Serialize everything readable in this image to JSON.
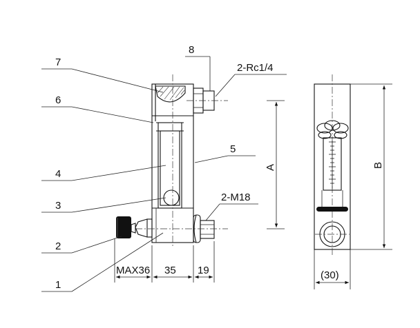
{
  "callouts": {
    "p1": "1",
    "p2": "2",
    "p3": "3",
    "p4": "4",
    "p5": "5",
    "p6": "6",
    "p7": "7",
    "p8": "8"
  },
  "thread_labels": {
    "outlet": "2-Rc1/4",
    "inlet": "2-M18"
  },
  "dimensions": {
    "a": "A",
    "b": "B",
    "max": "MAX36",
    "d35": "35",
    "d19": "19",
    "d30": "(30)"
  }
}
